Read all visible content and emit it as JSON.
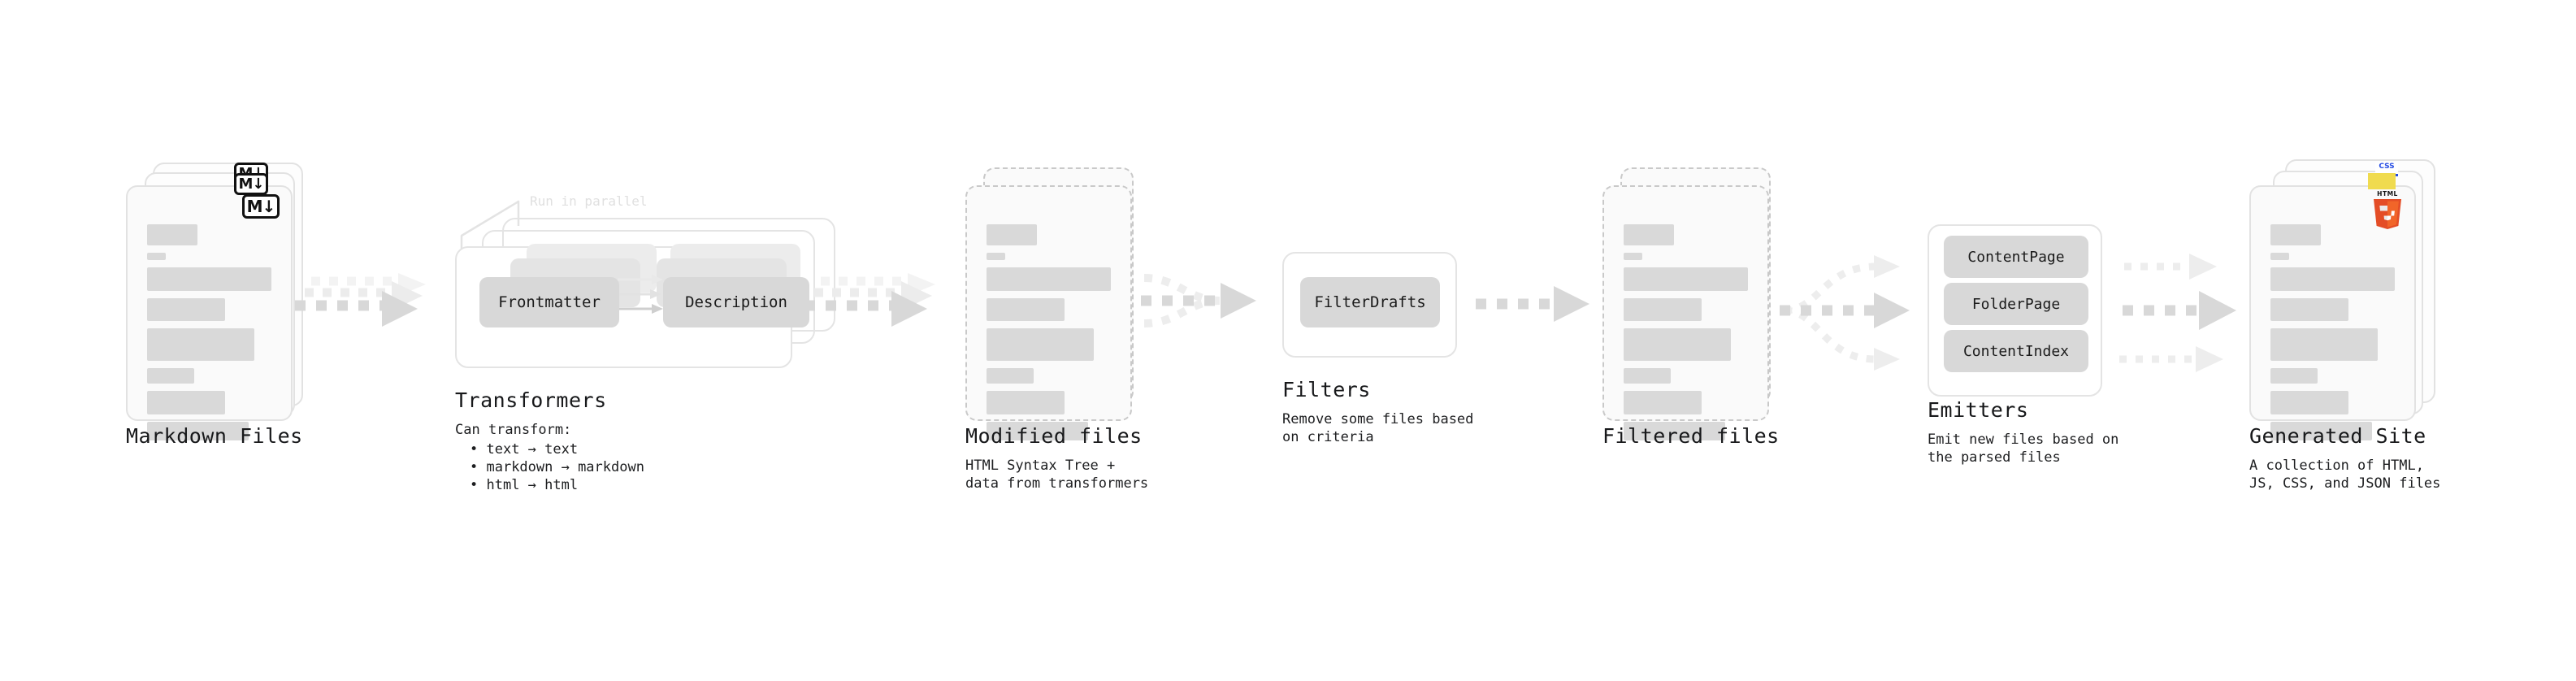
{
  "diagram": {
    "title_font_note": "monospace",
    "stages": [
      {
        "id": "markdown-files",
        "title": "Markdown Files",
        "subtitle": "",
        "badge": "markdown-badge",
        "badge_text": "M",
        "kind": "document-stack"
      },
      {
        "id": "transformers",
        "title": "Transformers",
        "subtitle": "",
        "annotation": "Run in parallel",
        "kind": "process",
        "lead": "Can transform:",
        "bullets": [
          "text → text",
          "markdown → markdown",
          "html → html"
        ],
        "chips": [
          "Frontmatter",
          "Description"
        ]
      },
      {
        "id": "modified-files",
        "title": "Modified files",
        "subtitle": "HTML Syntax Tree +\ndata from transformers",
        "kind": "document-stack-dashed"
      },
      {
        "id": "filters",
        "title": "Filters",
        "subtitle": "Remove some files based\non criteria",
        "kind": "process",
        "chips": [
          "FilterDrafts"
        ]
      },
      {
        "id": "filtered-files",
        "title": "Filtered files",
        "subtitle": "",
        "kind": "document-stack-dashed"
      },
      {
        "id": "emitters",
        "title": "Emitters",
        "subtitle": "Emit new files based on\nthe parsed files",
        "kind": "process",
        "chips": [
          "ContentPage",
          "FolderPage",
          "ContentIndex"
        ]
      },
      {
        "id": "generated-site",
        "title": "Generated Site",
        "subtitle": "A collection of HTML,\nJS, CSS, and JSON files",
        "kind": "document-stack",
        "badges": [
          "html5-badge",
          "js-badge",
          "css-badge"
        ],
        "css_badge_text": "CSS",
        "html5_badge_text": "HTML"
      }
    ],
    "colors": {
      "bar": "#d9d9d9",
      "chip": "#d8d8d8",
      "arrow": "#d8d8d8",
      "card_border": "#e2e2e2",
      "dashed_border": "#c9c9c9",
      "html5_orange": "#e44d26",
      "html5_orange_light": "#f16529",
      "js_yellow": "#f0db4f",
      "css_blue": "#264de4",
      "text": "#17181a"
    }
  }
}
